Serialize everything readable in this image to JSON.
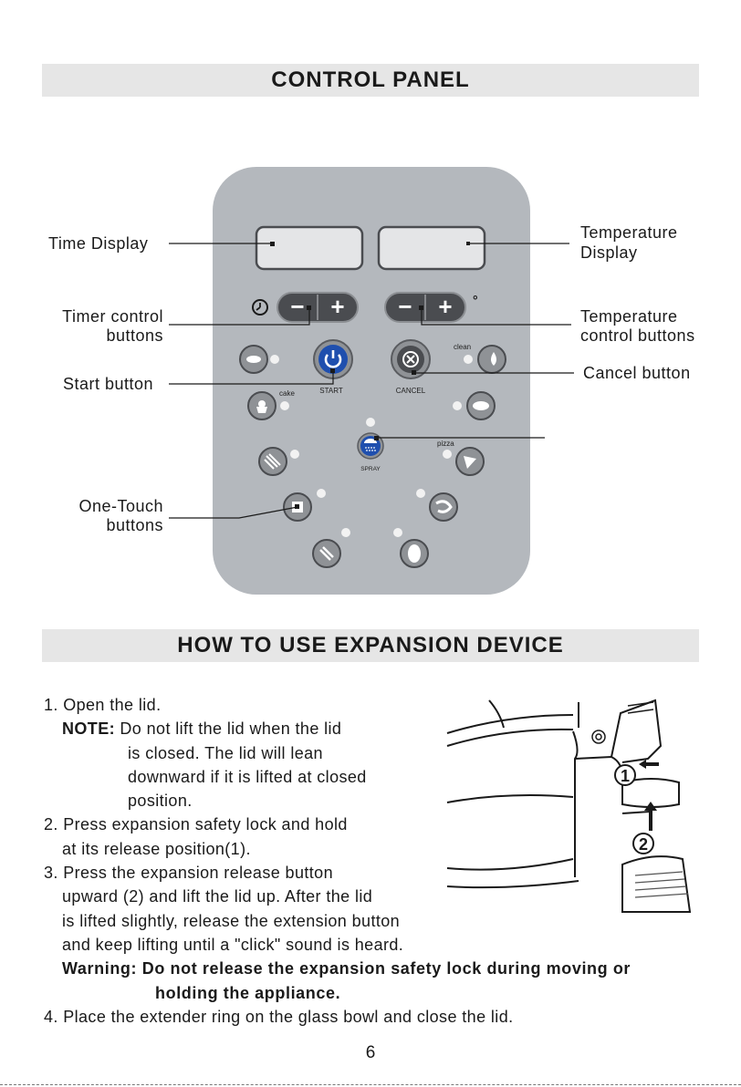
{
  "sections": {
    "control_panel_title": "CONTROL PANEL",
    "expansion_title": "HOW TO USE EXPANSION DEVICE"
  },
  "panel_labels": {
    "time_display": "Time Display",
    "temperature_display_1": "Temperature",
    "temperature_display_2": "Display",
    "timer_control_1": "Timer control",
    "timer_control_2": "buttons",
    "temperature_control_1": "Temperature",
    "temperature_control_2": "control buttons",
    "start_button": "Start button",
    "cancel_button": "Cancel button",
    "one_touch_1": "One-Touch",
    "one_touch_2": "buttons"
  },
  "panel_text": {
    "start": "START",
    "cancel": "CANCEL",
    "spray": "SPRAY",
    "clean": "clean",
    "cake": "cake",
    "pizza": "pizza",
    "minus": "−",
    "plus": "+",
    "degree": "°"
  },
  "instructions": {
    "step1": "1. Open the lid.",
    "note_label": "NOTE:",
    "note_line1": "Do not lift the lid when the lid",
    "note_line2": "is closed. The lid will lean",
    "note_line3": "downward if it is lifted at closed",
    "note_line4": "position.",
    "step2_line1": "2. Press expansion safety lock and hold",
    "step2_line2": "at its release position(1).",
    "step3_line1": "3. Press the expansion release button",
    "step3_line2": "upward (2) and lift the lid up. After the lid",
    "step3_line3": "is lifted slightly, release the extension button",
    "step3_line4": "and keep lifting until a \"click\" sound is heard.",
    "warning_label": "Warning:",
    "warning_line1": "Do not release the expansion safety lock during moving or",
    "warning_line2": "holding the appliance.",
    "step4": "4. Place the extender ring on the glass bowl and close the lid."
  },
  "diagram": {
    "marker1": "1",
    "marker2": "2"
  },
  "page_number": "6",
  "colors": {
    "panel_bg": "#b4b8bd",
    "display_bg": "#e4e5e7",
    "button_dark": "#4a4c50",
    "start_blue": "#1f4fae",
    "banner_bg": "#e6e6e6"
  }
}
